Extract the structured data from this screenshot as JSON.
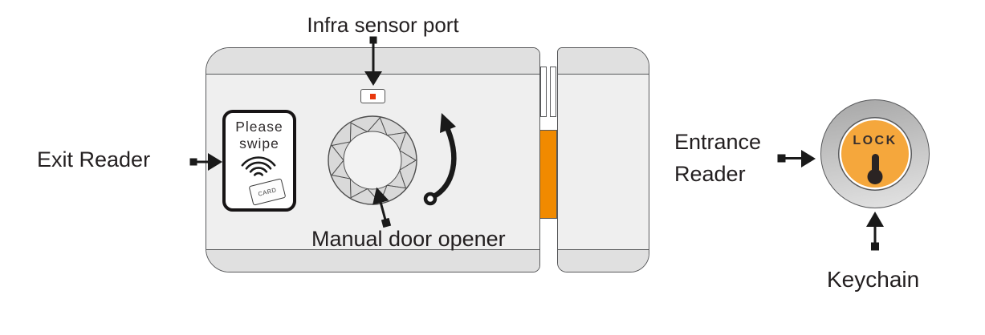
{
  "labels": {
    "infra_sensor_port": "Infra sensor port",
    "exit_reader": "Exit Reader",
    "manual_door_opener": "Manual door opener",
    "entrance_reader_line1": "Entrance",
    "entrance_reader_line2": "Reader",
    "keychain": "Keychain"
  },
  "reader_panel": {
    "line1": "Please",
    "line2": "swipe",
    "card": "CARD"
  },
  "entrance_button": {
    "label": "LOCK"
  },
  "icons": {
    "contactless": "wifi-arcs-icon",
    "keyhole": "keyhole-icon",
    "sensor_led": "red-led-square",
    "manual_knob": "faceted-knob",
    "turn_direction": "curved-arrow"
  },
  "colors": {
    "body": "#efefef",
    "band": "#e0e0e0",
    "outline": "#58595b",
    "bolt": "#f18a00",
    "button": "#f5a73c",
    "text": "#231f20",
    "led": "#e8380d",
    "arrow": "#1a1a1a"
  }
}
